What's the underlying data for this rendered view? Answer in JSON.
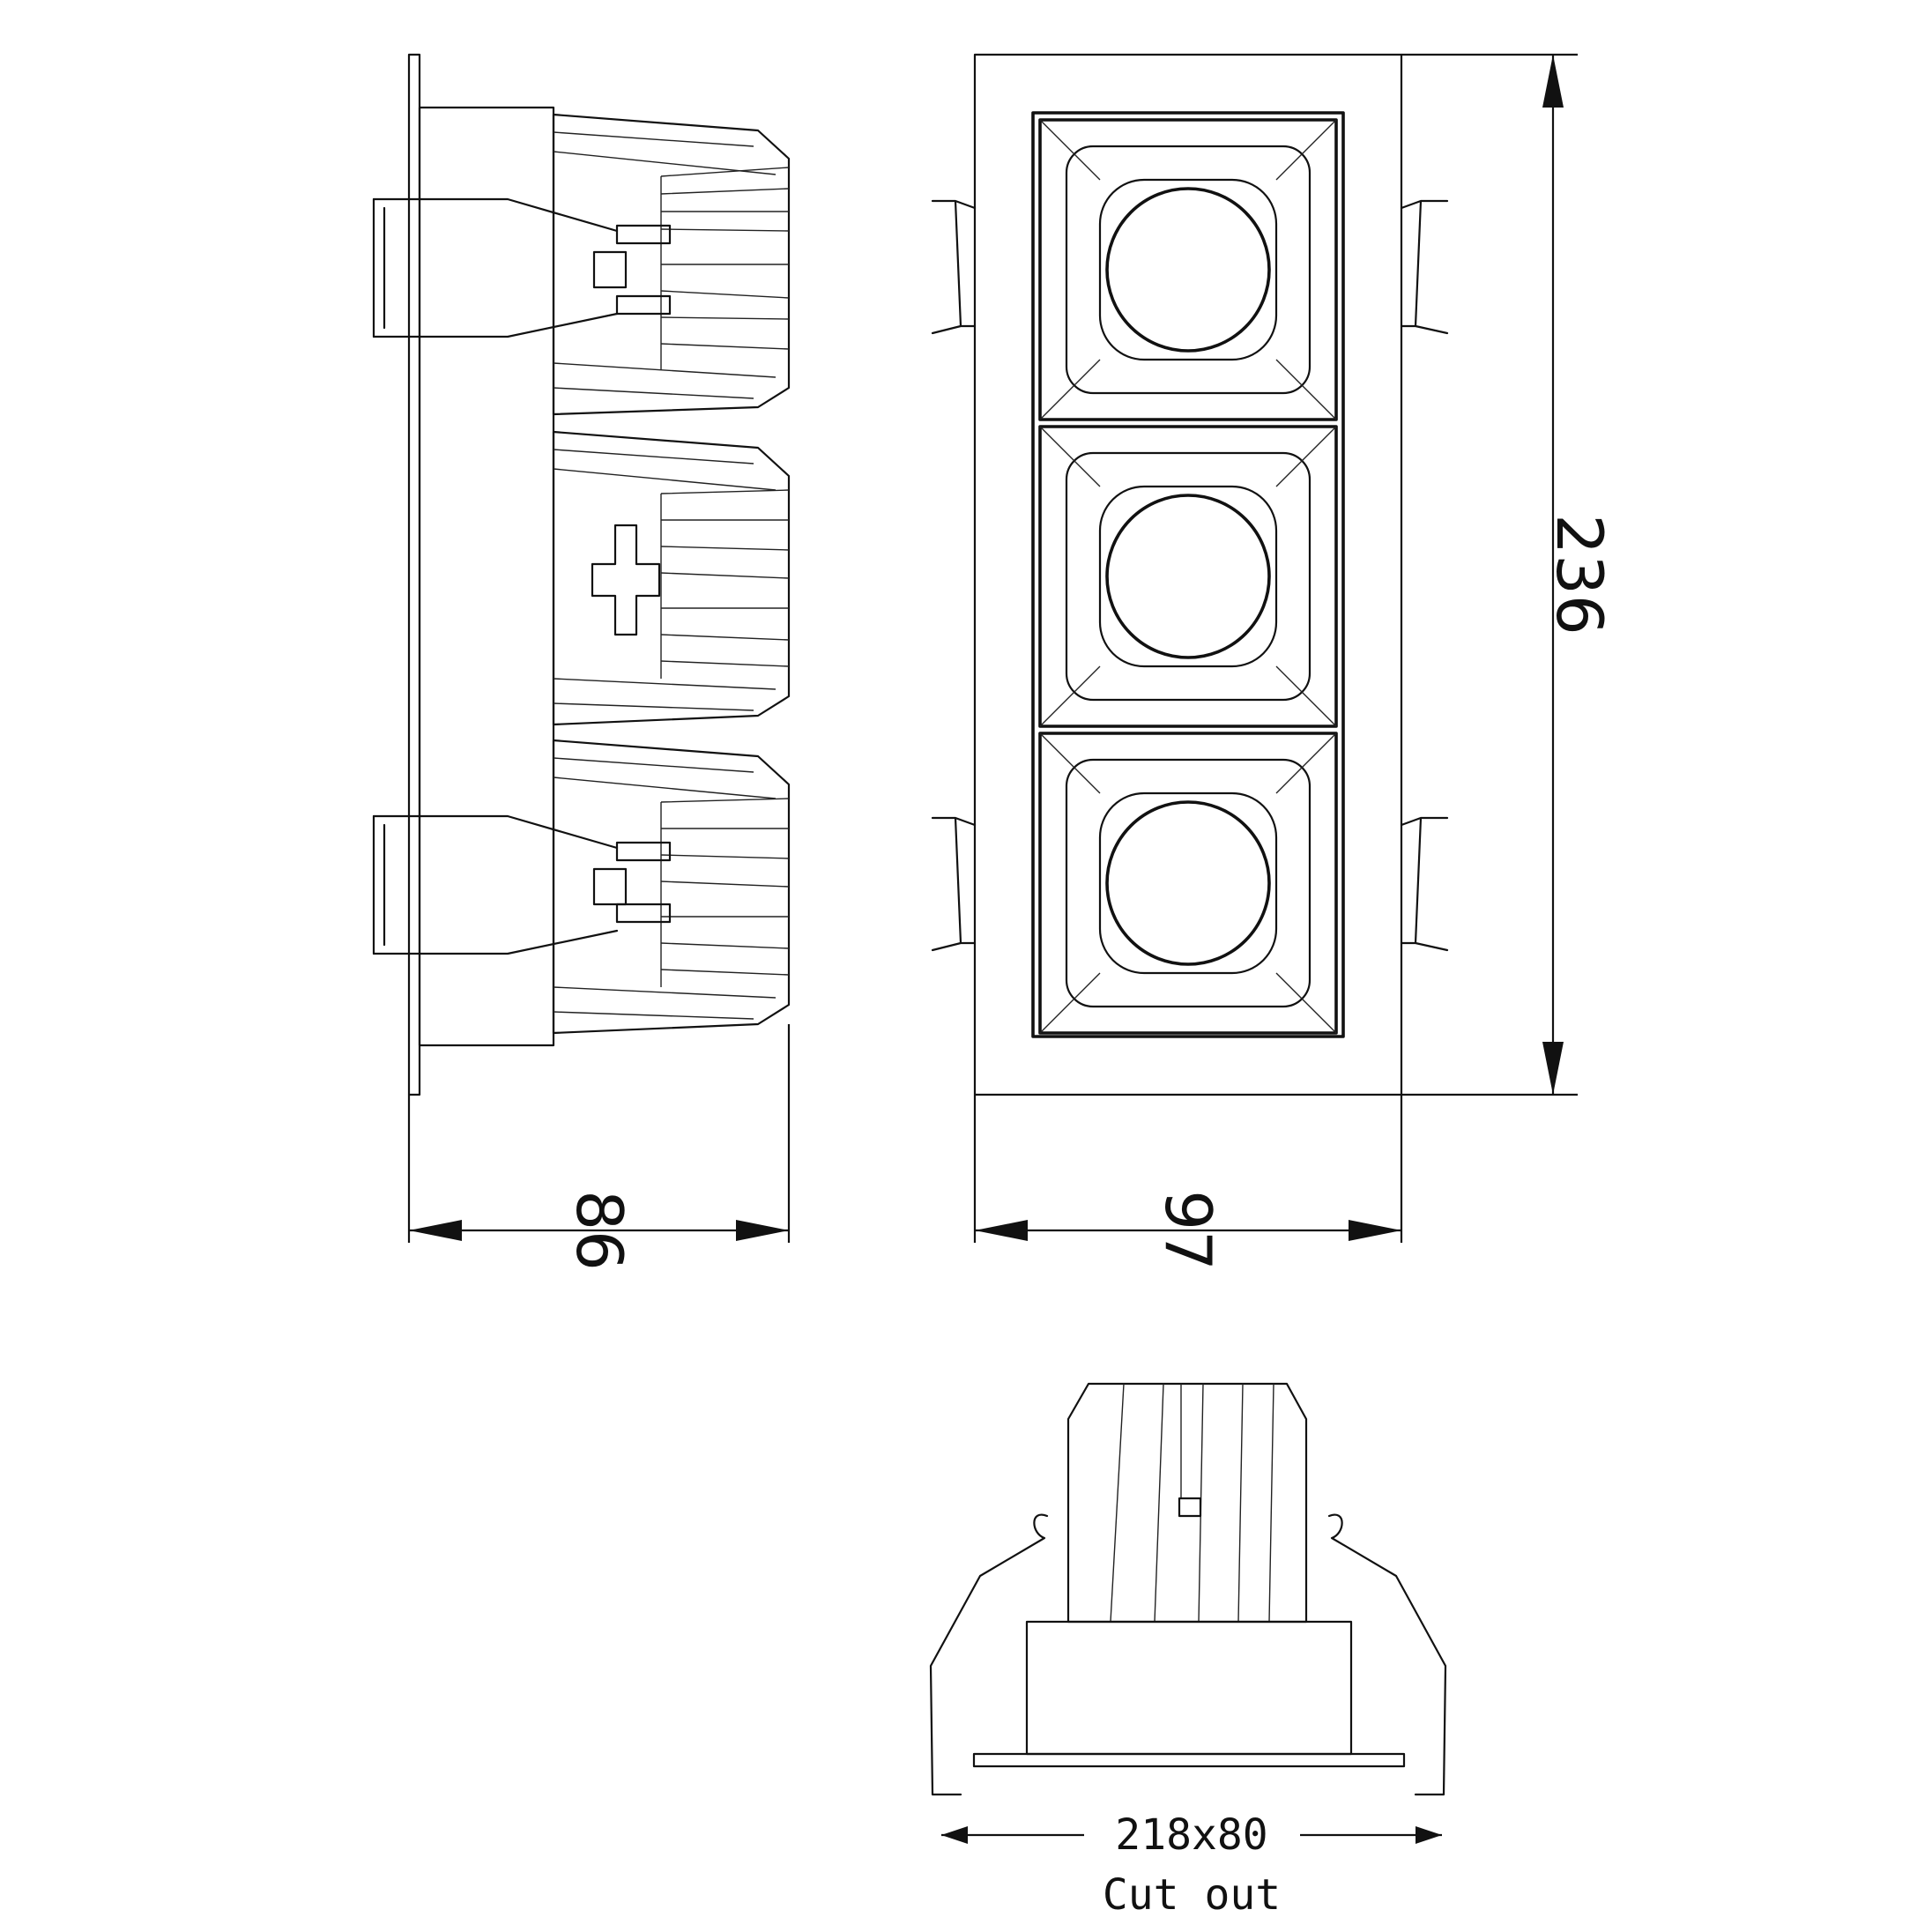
{
  "dimensions": {
    "depth": "86",
    "width": "97",
    "length": "236",
    "cutout_size": "218x80",
    "cutout_label": "Cut out"
  }
}
